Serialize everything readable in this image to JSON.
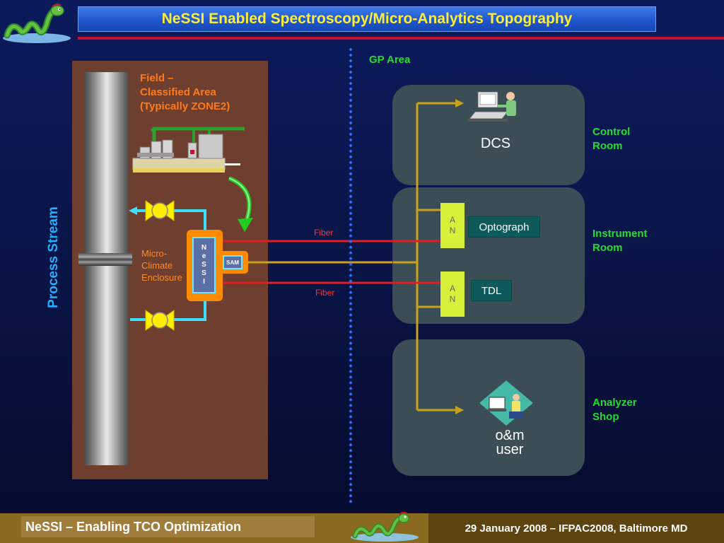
{
  "header": {
    "title": "NeSSI Enabled Spectroscopy/Micro-Analytics Topography"
  },
  "field": {
    "label": "Field –\nClassified Area\n(Typically ZONE2)",
    "enclosure_label": "Micro-\nClimate\nEnclosure",
    "process_stream": "Process Stream",
    "nessi_letters": [
      "N",
      "e",
      "S",
      "S",
      "I"
    ],
    "sam": "SAM",
    "fiber_top": "Fiber",
    "fiber_bottom": "Fiber"
  },
  "gp_area": "GP Area",
  "rooms": {
    "control": {
      "label": "Control\nRoom",
      "node": "DCS"
    },
    "instrument": {
      "label": "Instrument\nRoom",
      "an_letters": [
        "A",
        "N"
      ],
      "analyzers": [
        "Optograph",
        "TDL"
      ]
    },
    "shop": {
      "label": "Analyzer\nShop",
      "node": "o&m\nuser"
    }
  },
  "footer": {
    "left": "NeSSI – Enabling TCO Optimization",
    "right": "29 January 2008 –  IFPAC2008,  Baltimore MD"
  },
  "colors": {
    "title_text": "#ffee33",
    "title_bar": "#1f57cf",
    "rule": "#c8102e",
    "field_panel": "#6e3e2e",
    "field_text": "#ff7a1a",
    "green_label": "#22dd33",
    "stream_label": "#22b0ff",
    "room_bg": "#3b4e55",
    "feed_line": "#c8a21c",
    "fiber": "#e02020",
    "tube": "#3de0ff",
    "valve": "#ffee00",
    "enclosure": "#ff8c00",
    "an_box": "#d8f03a",
    "analyzer_box": "#0c5a5a"
  },
  "icons": [
    "nessie-logo-icon",
    "computer-operator-icon",
    "technician-icon",
    "valve-icon",
    "sample-system-icon"
  ]
}
